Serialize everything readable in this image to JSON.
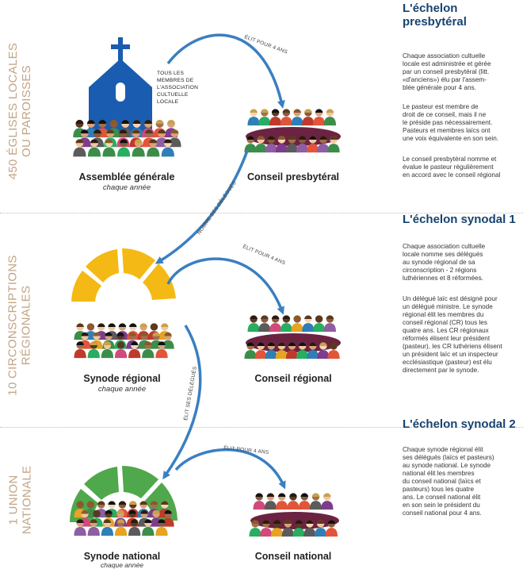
{
  "levels": [
    {
      "lines": [
        "450 ÉGLISES LOCALES",
        "OU PAROISSES"
      ]
    },
    {
      "lines": [
        "10 CIRCONSCRIPTIONS",
        "RÉGIONALES"
      ]
    },
    {
      "lines": [
        "1 UNION",
        "NATIONALE"
      ]
    }
  ],
  "church_caption": [
    "TOUS LES",
    "MEMBRES DE",
    "L'ASSOCIATION",
    "CULTUELLE",
    "LOCALE"
  ],
  "nodes": {
    "assemblee": {
      "title": "Assemblée générale",
      "sub": "chaque année"
    },
    "conseil_presbyteral": {
      "title": "Conseil presbytéral"
    },
    "synode_regional": {
      "title": "Synode régional",
      "sub": "chaque année"
    },
    "conseil_regional": {
      "title": "Conseil régional"
    },
    "synode_national": {
      "title": "Synode national",
      "sub": "chaque année"
    },
    "conseil_national": {
      "title": "Conseil national"
    }
  },
  "arrows": {
    "elit1": "ÉLIT POUR 4 ANS",
    "nomme": "NOMME SES DÉLÉGUÉS",
    "elit2": "ÉLIT POUR 4 ANS",
    "elit_delegues": "ÉLIT SES DÉLÉGUÉS",
    "elit3": "ÉLIT POUR 4 ANS"
  },
  "sections": [
    {
      "title": [
        "L'échelon",
        "presbytéral"
      ],
      "paragraphs": [
        [
          "Chaque association cultuelle",
          "locale est administrée et gérée",
          "par un conseil presbytéral (litt.",
          "«d'anciens») élu par l'assem-",
          "blée générale pour 4 ans."
        ],
        [
          "Le pasteur est membre de",
          "droit de ce conseil, mais il ne",
          "le préside pas nécessairement.",
          "Pasteurs et membres laïcs ont",
          "une voix équivalente en son sein."
        ],
        [
          "Le conseil presbytéral nomme et",
          "évalue le pasteur régulièrement",
          "en accord avec le conseil régional"
        ]
      ]
    },
    {
      "title": [
        "L'échelon synodal 1"
      ],
      "paragraphs": [
        [
          "Chaque association cultuelle",
          "locale nomme ses délégués",
          "au synode régional de sa",
          "circonscription - 2 régions",
          "luthériennes et 8 réformées."
        ],
        [
          "Un délégué laïc est désigné pour",
          "un délégué ministre. Le synode",
          "régional élit les membres du",
          "conseil régional (CR) tous les",
          "quatre ans. Les CR régionaux",
          "réformés élisent leur président",
          "(pasteur), les CR luthériens élisent",
          "un président laïc et un inspecteur",
          "ecclésiastique (pasteur) est élu",
          "directement par le synode."
        ]
      ]
    },
    {
      "title": [
        "L'échelon synodal 2"
      ],
      "paragraphs": [
        [
          "Chaque synode régional élit",
          "ses délégués (laïcs et pasteurs)",
          "au synode national. Le synode",
          "national élit les membres",
          "du conseil national (laïcs et",
          "pasteurs) tous les quatre",
          "ans. Le conseil national élit",
          "en son sein le président du",
          "conseil national pour 4 ans."
        ]
      ]
    }
  ],
  "colors": {
    "church_blue": "#1a5cb0",
    "arrow_blue": "#3a7fc1",
    "gold": "#f4b914",
    "green": "#4fa84b",
    "table_maroon": "#6b2341",
    "title_navy": "#17436f",
    "side_label": "#c2a586"
  }
}
